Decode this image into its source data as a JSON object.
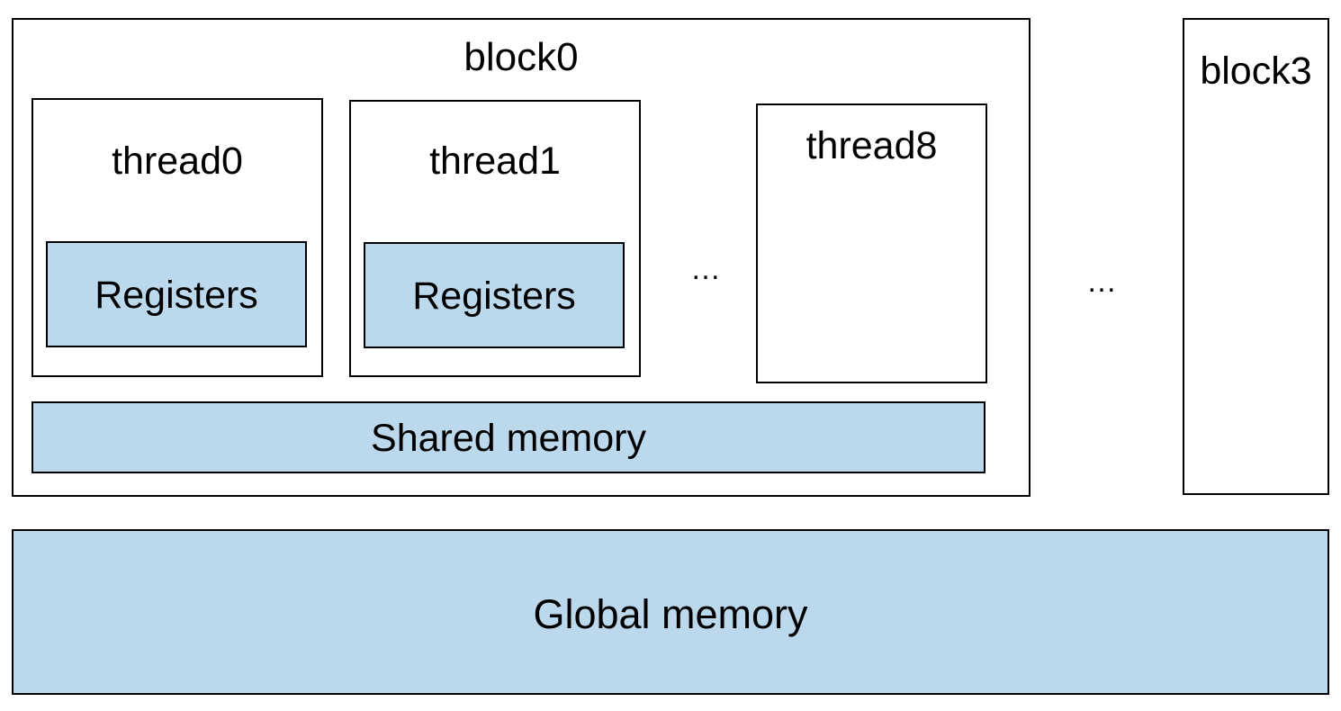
{
  "diagram": {
    "block0": {
      "title": "block0",
      "threads": [
        {
          "title": "thread0",
          "registers_label": "Registers"
        },
        {
          "title": "thread1",
          "registers_label": "Registers"
        },
        {
          "title": "thread8"
        }
      ],
      "ellipsis": "…",
      "shared_memory_label": "Shared memory"
    },
    "ellipsis": "…",
    "block3": {
      "title": "block3"
    },
    "global_memory_label": "Global memory",
    "colors": {
      "memory_fill": "#bcd8ec",
      "outline": "#000000",
      "background": "#ffffff"
    }
  }
}
